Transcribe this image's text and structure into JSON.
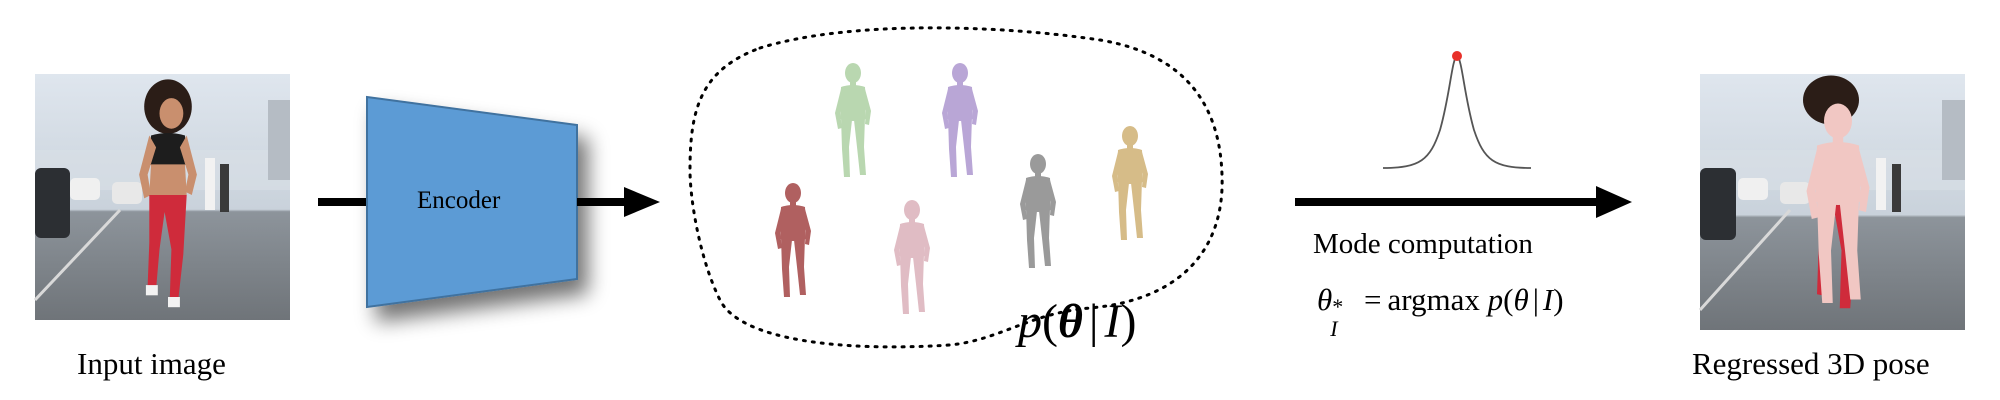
{
  "input": {
    "caption": "Input image"
  },
  "encoder": {
    "label": "Encoder",
    "color": "#5b9bd5"
  },
  "distribution": {
    "formula": {
      "p": "p",
      "open": "(",
      "theta": "θ",
      "bar": "|",
      "I": "I",
      "close": ")"
    },
    "figures": [
      {
        "name": "green",
        "color": "#b9d7b0"
      },
      {
        "name": "lavender",
        "color": "#b9a6d6"
      },
      {
        "name": "red",
        "color": "#b06060"
      },
      {
        "name": "pink",
        "color": "#e0bcc4"
      },
      {
        "name": "gray",
        "color": "#9a9a9a"
      },
      {
        "name": "tan",
        "color": "#d6bc88"
      }
    ]
  },
  "mode": {
    "caption": "Mode computation",
    "formula": {
      "theta": "θ",
      "sup": "*",
      "sub": "I",
      "eq": "=",
      "argmax": "argmax",
      "p": "p",
      "open": "(",
      "theta2": "θ",
      "bar": "|",
      "I": "I",
      "close": ")"
    },
    "peak_color": "#e8302a"
  },
  "output": {
    "caption": "Regressed 3D pose",
    "mesh_color": "#f1c7c3"
  }
}
